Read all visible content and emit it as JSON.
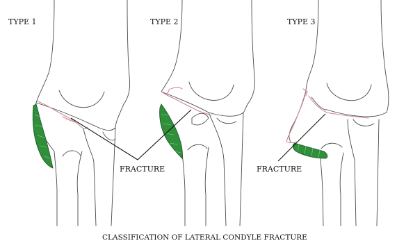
{
  "panels": [
    {
      "label": "TYPE 1"
    },
    {
      "label": "TYPE 2",
      "fracture_label": "FRACTURE"
    },
    {
      "label": "TYPE 3",
      "fracture_label": "FRACTURE"
    }
  ],
  "caption": "CLASSIFICATION OF LATERAL CONDYLE FRACTURE",
  "colors": {
    "bone_outline": "#4a4a4a",
    "fracture_line": "#c98a94",
    "cartilage": "#2f8f3a",
    "leader_line": "#111111"
  }
}
